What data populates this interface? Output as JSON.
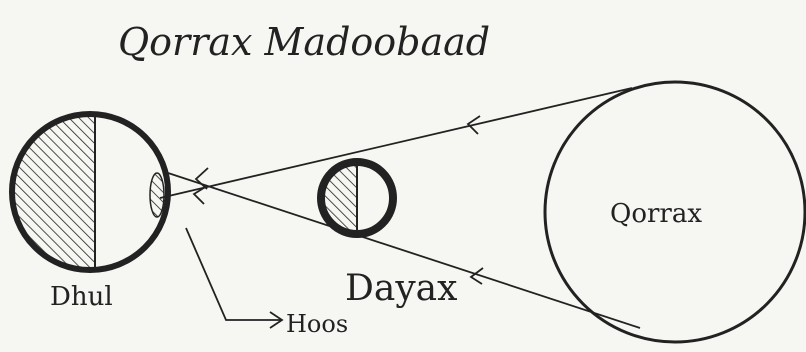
{
  "title": "Qorrax Madoobaad",
  "labels": {
    "sun": "Qorrax",
    "moon": "Dayax",
    "earth": "Dhul",
    "shadow": "Hoos"
  },
  "colors": {
    "ink": "#222222",
    "paper": "#f6f6f2"
  }
}
